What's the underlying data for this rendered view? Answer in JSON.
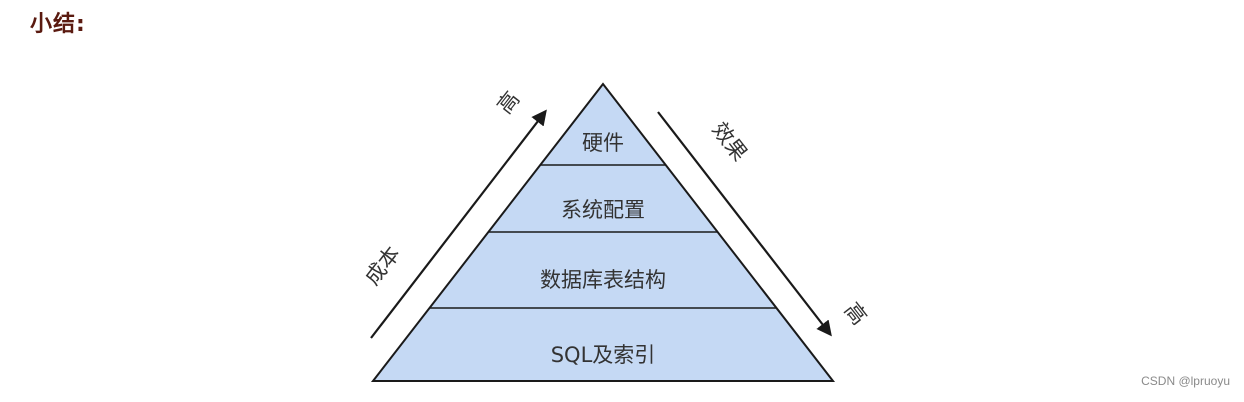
{
  "heading": "小结:",
  "pyramid": {
    "fill_color": "#c5d9f4",
    "stroke_color": "#1a1a1a",
    "layers": [
      {
        "label": "硬件"
      },
      {
        "label": "系统配置"
      },
      {
        "label": "数据库表结构"
      },
      {
        "label": "SQL及索引"
      }
    ]
  },
  "left_axis": {
    "label_top": "高",
    "label_bottom": "成本"
  },
  "right_axis": {
    "label_top": "效果",
    "label_bottom": "高"
  },
  "watermark": "CSDN @lpruoyu"
}
